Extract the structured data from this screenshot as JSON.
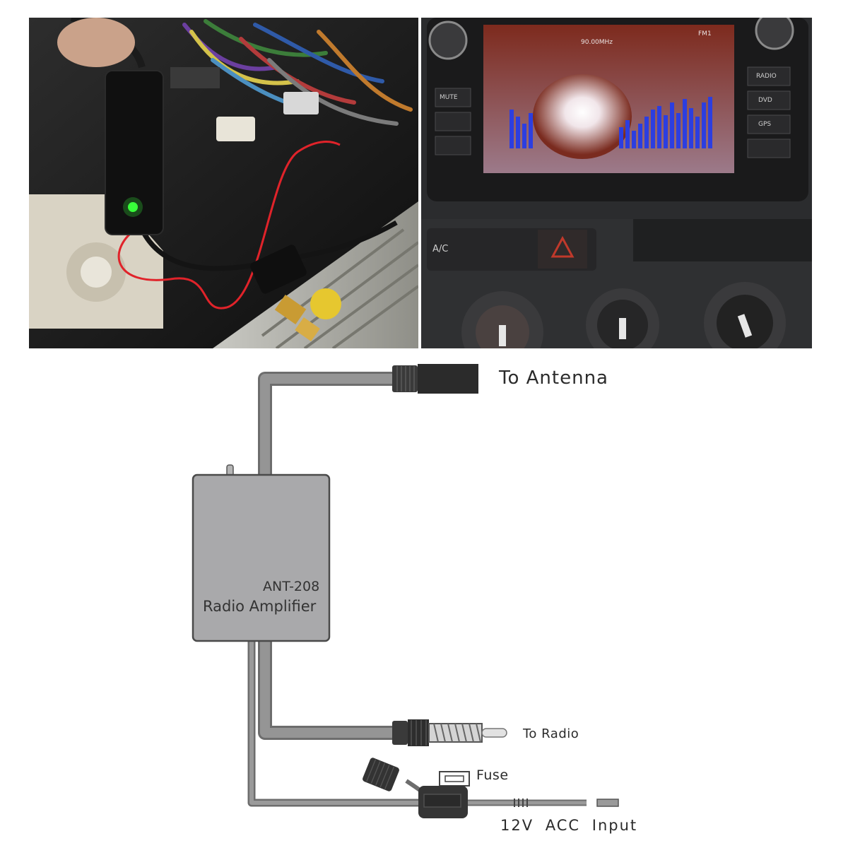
{
  "photos": {
    "left": {
      "description_icon": "amplifier-wiring-photo"
    },
    "right": {
      "screen_freq": "90.00MHz",
      "screen_band": "FM1",
      "buttons": [
        "MUTE",
        "RADIO",
        "DVD",
        "GPS"
      ],
      "dash_ac": "A/C"
    }
  },
  "diagram": {
    "amp_model": "ANT-208",
    "amp_name": "Radio Amplifier",
    "to_antenna": "To Antenna",
    "to_radio": "To Radio",
    "fuse": "Fuse",
    "input": "12V  ACC  Input"
  },
  "colors": {
    "cable": "#8a8a8a",
    "box": "#a9a9ab",
    "box_border": "#4a4a4a",
    "led": "#39ff3a"
  }
}
